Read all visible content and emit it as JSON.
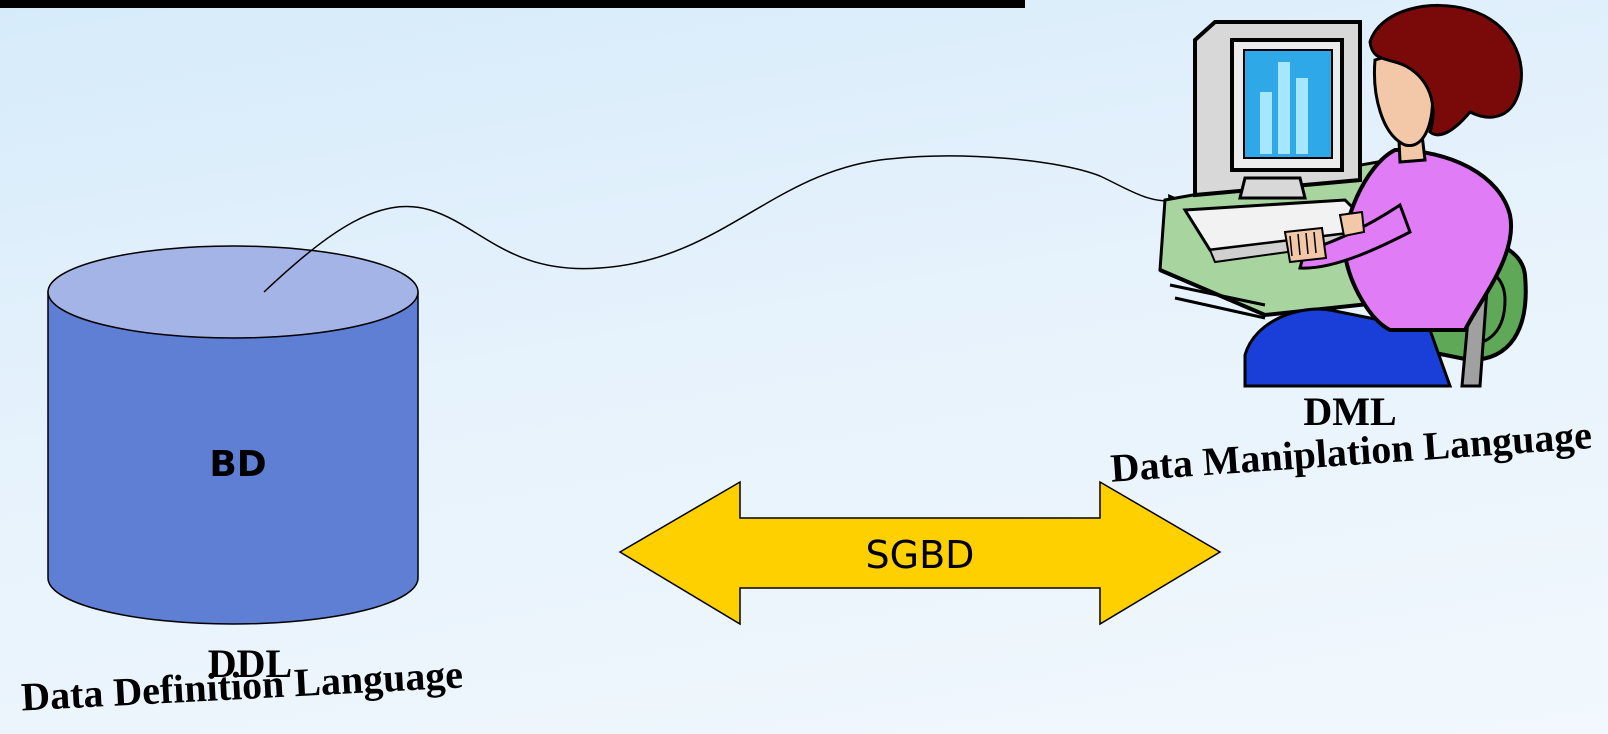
{
  "database": {
    "label": "BD"
  },
  "ddl": {
    "title": "DDL",
    "subtitle": "Data Definition Language"
  },
  "dml": {
    "title": "DML",
    "subtitle": "Data Maniplation Language"
  },
  "sgbd": {
    "label": "SGBD",
    "color": "#ffd000"
  },
  "colors": {
    "cylinder_body": "#5f7fd4",
    "cylinder_top": "#a5b4e6",
    "monitor_screen": "#2ea8e6",
    "desk": "#a8d4a0",
    "shirt": "#e07cf5",
    "hair": "#7a0a0a",
    "chair": "#5ea858",
    "pants": "#1a3fd9"
  }
}
